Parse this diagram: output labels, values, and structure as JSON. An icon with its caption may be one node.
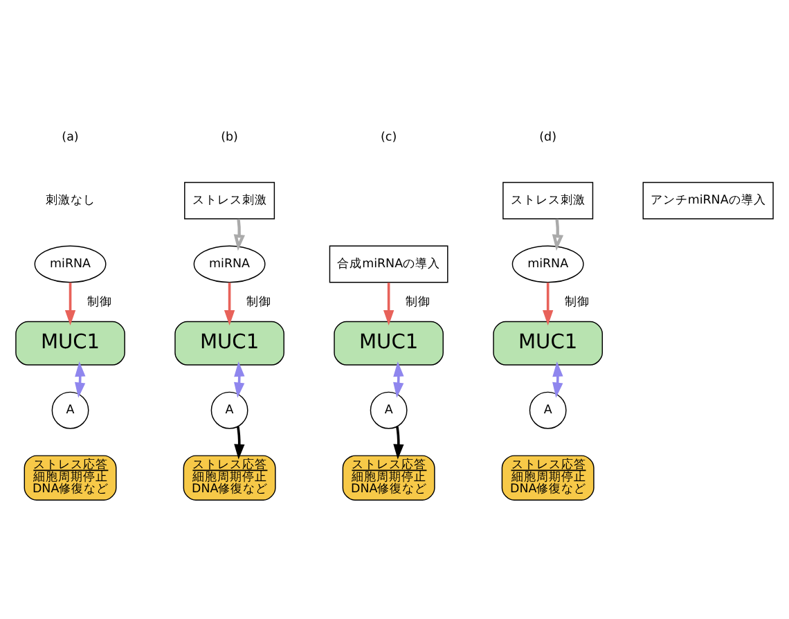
{
  "diagram": {
    "nodes": [
      {
        "text": [
          "ストレス刺激"
        ]
      },
      {
        "text": [
          "ストレス刺激"
        ]
      },
      {
        "text": [
          "アンチmiRNAの導入"
        ]
      },
      {
        "text": [
          "miRNA"
        ]
      },
      {
        "text": [
          "miRNA"
        ]
      },
      {
        "text": [
          "合成miRNAの導入"
        ]
      },
      {
        "text": [
          "miRNA"
        ]
      },
      {
        "text": [
          "MUC1"
        ]
      },
      {
        "text": [
          "MUC1"
        ]
      },
      {
        "text": [
          "MUC1"
        ]
      },
      {
        "text": [
          "MUC1"
        ]
      },
      {
        "text": [
          "A"
        ]
      },
      {
        "text": [
          "A"
        ]
      },
      {
        "text": [
          "A"
        ]
      },
      {
        "text": [
          "A"
        ]
      },
      {
        "text": [
          "ストレス応答",
          "細胞周期停止",
          "DNA修復など"
        ]
      },
      {
        "text": [
          "ストレス応答",
          "細胞周期停止",
          "DNA修復など"
        ]
      },
      {
        "text": [
          "ストレス応答",
          "細胞周期停止",
          "DNA修復など"
        ]
      },
      {
        "text": [
          "ストレス応答",
          "細胞周期停止",
          "DNA修復など"
        ]
      }
    ],
    "edges": [
      {
        "from": 0,
        "to": 4,
        "arrow": "to",
        "color": "#aaaaaa"
      },
      {
        "from": 1,
        "to": 6,
        "arrow": "to",
        "color": "#aaaaaa"
      },
      {
        "from": 3,
        "to": 7,
        "arrow": "to",
        "label": "制御",
        "color": "#e8625a"
      },
      {
        "from": 4,
        "to": 8,
        "arrow": "to",
        "label": "制御",
        "color": "#e8625a"
      },
      {
        "from": 5,
        "to": 9,
        "arrow": "to",
        "label": "制御",
        "color": "#e8625a"
      },
      {
        "from": 6,
        "to": 10,
        "arrow": "to",
        "label": "制御",
        "color": "#e8625a"
      },
      {
        "from": 7,
        "to": 11,
        "arrow": "both",
        "color": "#8f86ee"
      },
      {
        "from": 8,
        "to": 12,
        "arrow": "both",
        "color": "#8f86ee"
      },
      {
        "from": 9,
        "to": 13,
        "arrow": "both",
        "color": "#8f86ee"
      },
      {
        "from": 10,
        "to": 14,
        "arrow": "both",
        "color": "#8f86ee"
      },
      {
        "from": 12,
        "to": 16,
        "arrow": "to",
        "color": "#000000"
      },
      {
        "from": 13,
        "to": 17,
        "arrow": "to",
        "color": "#000000"
      }
    ],
    "labels": [
      "(a)",
      "(b)",
      "(c)",
      "(d)",
      "刺激なし"
    ]
  }
}
